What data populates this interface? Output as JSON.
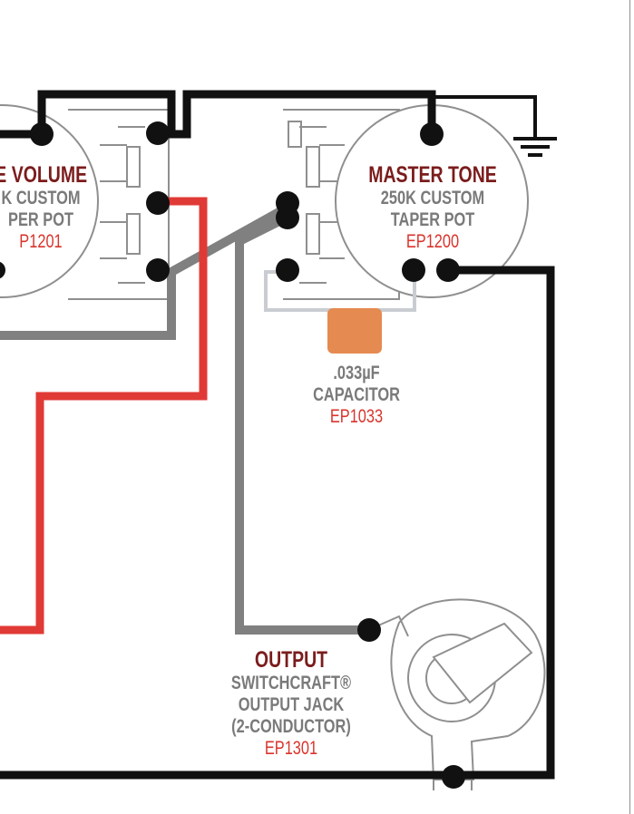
{
  "colors": {
    "wire_black": "#111111",
    "wire_red": "#e03a36",
    "wire_gray": "#808080",
    "wire_light_gray": "#c9cdd1",
    "capacitor": "#e58a50",
    "outline": "#8f8f8f",
    "title": "#7b1c1c",
    "label_gray": "#7a7a7a",
    "part_number": "#d9342c"
  },
  "volume_pot": {
    "title": "E VOLUME",
    "line1": "K CUSTOM",
    "line2": "PER POT",
    "part": "P1201"
  },
  "tone_pot": {
    "title": "MASTER TONE",
    "line1": "250K CUSTOM",
    "line2": "TAPER POT",
    "part": "EP1200"
  },
  "capacitor": {
    "value": ".033µF",
    "name": "CAPACITOR",
    "part": "EP1033"
  },
  "output_jack": {
    "title": "OUTPUT",
    "line1": "SWITCHCRAFT®",
    "line2": "OUTPUT JACK",
    "line3": "(2-CONDUCTOR)",
    "part": "EP1301"
  }
}
